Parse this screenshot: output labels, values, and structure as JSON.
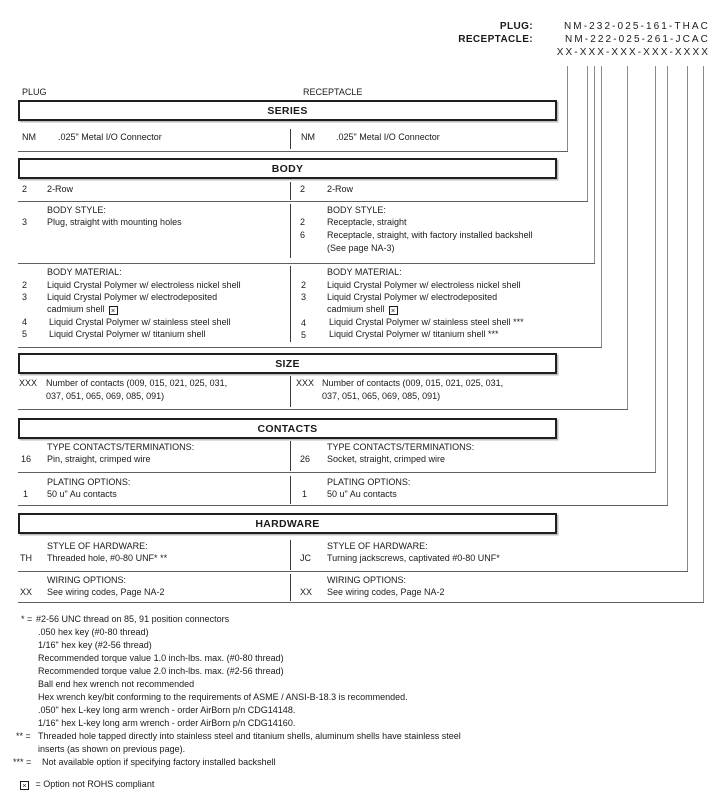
{
  "symbols": {
    "x_mark": "×"
  },
  "header": {
    "plug_label": "PLUG:",
    "plug_value": "NM-232-025-161-THAC",
    "receptacle_label": "RECEPTACLE:",
    "receptacle_value": "NM-222-025-261-JCAC",
    "mask": "XX-XXX-XXX-XXX-XXXX"
  },
  "column_labels": {
    "left": "PLUG",
    "right": "RECEPTACLE"
  },
  "sections": {
    "series": {
      "title": "SERIES",
      "left_code": "NM",
      "left_text": ".025\" Metal I/O Connector",
      "right_code": "NM",
      "right_text": ".025\" Metal I/O Connector"
    },
    "body": {
      "title": "BODY",
      "row": {
        "left_code": "2",
        "left_text": "2-Row",
        "right_code": "2",
        "right_text": "2-Row"
      },
      "style": {
        "label": "BODY STYLE:",
        "left_rows": [
          {
            "code": "3",
            "text": "Plug, straight with mounting holes"
          }
        ],
        "right_rows": [
          {
            "code": "2",
            "text": "Receptacle, straight"
          },
          {
            "code": "6",
            "text": "Receptacle, straight, with factory installed backshell"
          },
          {
            "code": "",
            "text": "(See page NA-3)"
          }
        ]
      },
      "material": {
        "label": "BODY MATERIAL:",
        "left_rows": [
          {
            "code": "2",
            "text": "Liquid Crystal Polymer w/ electroless nickel shell"
          },
          {
            "code": "3",
            "text": "Liquid Crystal Polymer w/ electrodeposited"
          },
          {
            "code": "",
            "text": "cadmium shell"
          },
          {
            "code": "4",
            "text": "Liquid Crystal Polymer w/ stainless steel shell"
          },
          {
            "code": "5",
            "text": "Liquid Crystal Polymer w/ titanium shell"
          }
        ],
        "right_rows": [
          {
            "code": "2",
            "text": "Liquid Crystal Polymer w/ electroless nickel shell"
          },
          {
            "code": "3",
            "text": "Liquid Crystal Polymer w/ electrodeposited"
          },
          {
            "code": "",
            "text": "cadmium shell"
          },
          {
            "code": "4",
            "text": "Liquid Crystal Polymer w/ stainless steel shell ***"
          },
          {
            "code": "5",
            "text": "Liquid Crystal Polymer w/ titanium shell ***"
          }
        ]
      }
    },
    "size": {
      "title": "SIZE",
      "code": "XXX",
      "line1": "Number of contacts (009, 015, 021, 025, 031,",
      "line2": "037, 051, 065, 069, 085, 091)"
    },
    "contacts": {
      "title": "CONTACTS",
      "type_label": "TYPE CONTACTS/TERMINATIONS:",
      "type_left_code": "16",
      "type_left_text": "Pin, straight, crimped wire",
      "type_right_code": "26",
      "type_right_text": "Socket, straight, crimped wire",
      "plating_label": "PLATING OPTIONS:",
      "plating_code": "1",
      "plating_text": "50 u\" Au contacts"
    },
    "hardware": {
      "title": "HARDWARE",
      "style_label": "STYLE OF HARDWARE:",
      "style_left_code": "TH",
      "style_left_text": "Threaded hole, #0-80 UNF* **",
      "style_right_code": "JC",
      "style_right_text": "Turning jackscrews, captivated #0-80 UNF*",
      "wiring_label": "WIRING OPTIONS:",
      "wiring_code": "XX",
      "wiring_text": "See wiring codes, Page NA-2"
    }
  },
  "footnotes": {
    "star_marker": "* =",
    "star_lines": [
      "#2-56 UNC thread on 85, 91 position connectors",
      ".050 hex key (#0-80 thread)",
      "1/16\" hex key (#2-56 thread)",
      "Recommended torque value 1.0 inch-lbs. max. (#0-80 thread)",
      "Recommended torque value 2.0 inch-lbs. max. (#2-56 thread)",
      "Ball end hex wrench not recommended",
      "Hex wrench key/bit conforming to the requirements of ASME / ANSI-B-18.3 is recommended.",
      ".050\" hex L-key long arm wrench - order AirBorn p/n CDG14148.",
      "1/16\" hex L-key long arm wrench - order AirBorn p/n CDG14160."
    ],
    "dstar_marker": "** =",
    "dstar_line1": "Threaded hole tapped directly into stainless steel and titanium shells, aluminum shells have stainless steel",
    "dstar_line2": "inserts (as shown on previous page).",
    "tstar_marker": "*** =",
    "tstar_line": "Not available option if specifying factory installed backshell",
    "rohs_text": "= Option not ROHS compliant"
  }
}
